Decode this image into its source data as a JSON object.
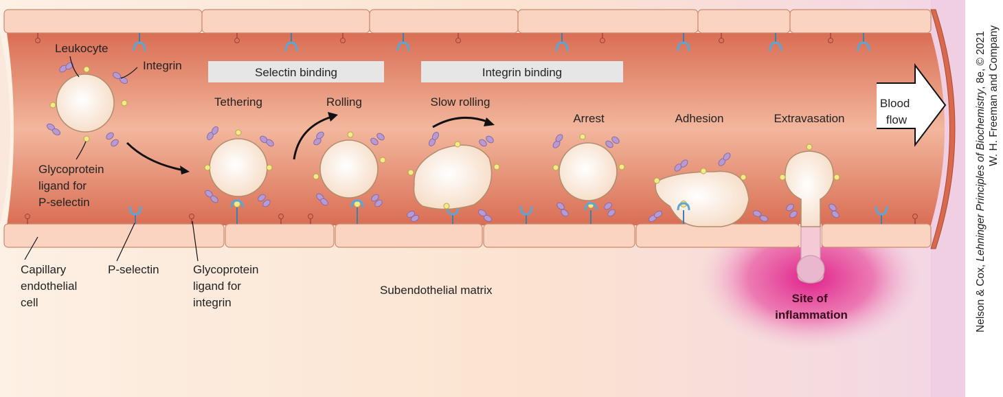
{
  "labels": {
    "leukocyte": "Leukocyte",
    "integrin": "Integrin",
    "glyco_pselectin": [
      "Glycoprotein",
      "ligand for",
      "P-selectin"
    ],
    "capillary_cell": [
      "Capillary",
      "endothelial",
      "cell"
    ],
    "pselectin": "P-selectin",
    "glyco_integrin": [
      "Glycoprotein",
      "ligand for",
      "integrin"
    ],
    "subendothelial": "Subendothelial matrix",
    "site_inflammation": [
      "Site of",
      "inflammation"
    ],
    "blood_flow": [
      "Blood",
      "flow"
    ]
  },
  "phases": {
    "selectin_binding": "Selectin binding",
    "integrin_binding": "Integrin binding"
  },
  "steps": {
    "tethering": "Tethering",
    "rolling": "Rolling",
    "slow_rolling": "Slow rolling",
    "arrest": "Arrest",
    "adhesion": "Adhesion",
    "extravasation": "Extravasation"
  },
  "credit": {
    "line1_prefix": "Nelson & Cox, ",
    "line1_title": "Lehninger Principles of Biochemistry",
    "line1_suffix": ", 8e, © 2021",
    "line2": "W. H. Freeman and Company"
  },
  "colors": {
    "vessel_lumen": "#e58a6e",
    "endothelium": "#fbd3c1",
    "cell_fill": "#fff3e6",
    "integrin": "#b69ad0",
    "pselectin": "#5aa6d8",
    "ligand_yellow": "#f5ea8a",
    "ligand_red": "#e0705c",
    "phase_box": "#e6e6e6",
    "inflammation": "#e0208a"
  }
}
